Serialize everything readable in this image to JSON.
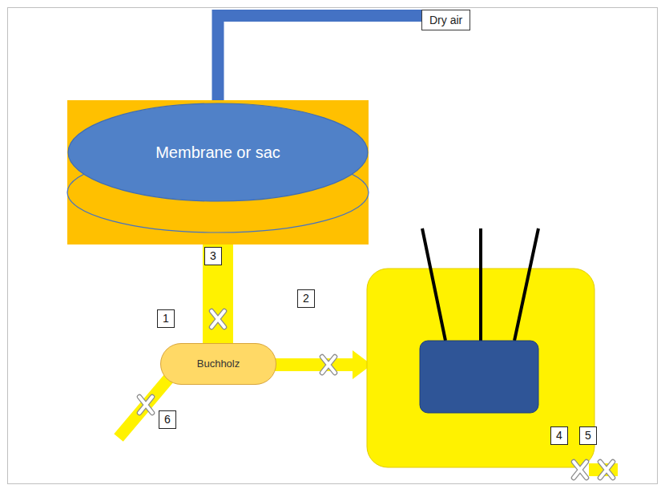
{
  "diagram": {
    "nodes": [
      {
        "text": [
          "Dry air"
        ]
      },
      {
        "text": [
          "Membrane or sac"
        ]
      },
      {
        "text": [
          "Buchholz"
        ]
      }
    ],
    "edges": [
      {
        "from": 0,
        "to": 1,
        "arrow": "none"
      },
      {
        "from": 1,
        "to": 2,
        "arrow": "none"
      }
    ],
    "labels": [
      "3",
      "1",
      "2",
      "4",
      "5",
      "6"
    ]
  }
}
